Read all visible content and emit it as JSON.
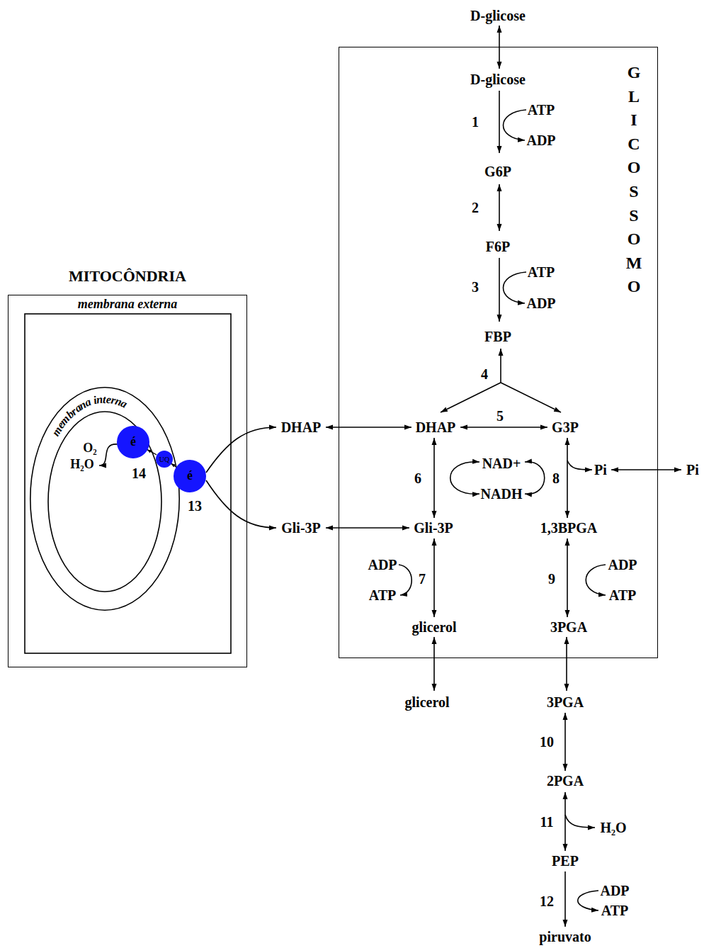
{
  "diagram": {
    "nodes": [
      {
        "text": [
          "MITOCÔNDRIA",
          "membrana externa"
        ]
      },
      {
        "text": [
          "membrana interna"
        ],
        "in": 0
      },
      {
        "text": [
          "é"
        ],
        "in": 1
      },
      {
        "text": [
          "UQ"
        ],
        "in": 1
      },
      {
        "text": [
          "é"
        ],
        "in": 1
      },
      {
        "text": [
          "GLICOSSOMO"
        ]
      }
    ],
    "edges": [
      {
        "from": 4,
        "to": 3,
        "arrow": "to"
      },
      {
        "from": 3,
        "to": 2,
        "arrow": "to"
      }
    ],
    "labels": [
      "D-glicose",
      "D-glicose",
      "1",
      "ATP",
      "ADP",
      "G6P",
      "2",
      "F6P",
      "3",
      "ATP",
      "ADP",
      "FBP",
      "4",
      "DHAP",
      "DHAP",
      "5",
      "G3P",
      "6",
      "NAD+",
      "8",
      "Pi",
      "Pi",
      "NADH",
      "Gli-3P",
      "Gli-3P",
      "1,3BPGA",
      "ADP",
      "7",
      "ATP",
      "ADP",
      "9",
      "ATP",
      "glicerol",
      "3PGA",
      "glicerol",
      "3PGA",
      "10",
      "2PGA",
      "11",
      "H₂O",
      "PEP",
      "12",
      "ADP",
      "ATP",
      "piruvato",
      "O₂",
      "H₂O",
      "14",
      "13"
    ]
  }
}
